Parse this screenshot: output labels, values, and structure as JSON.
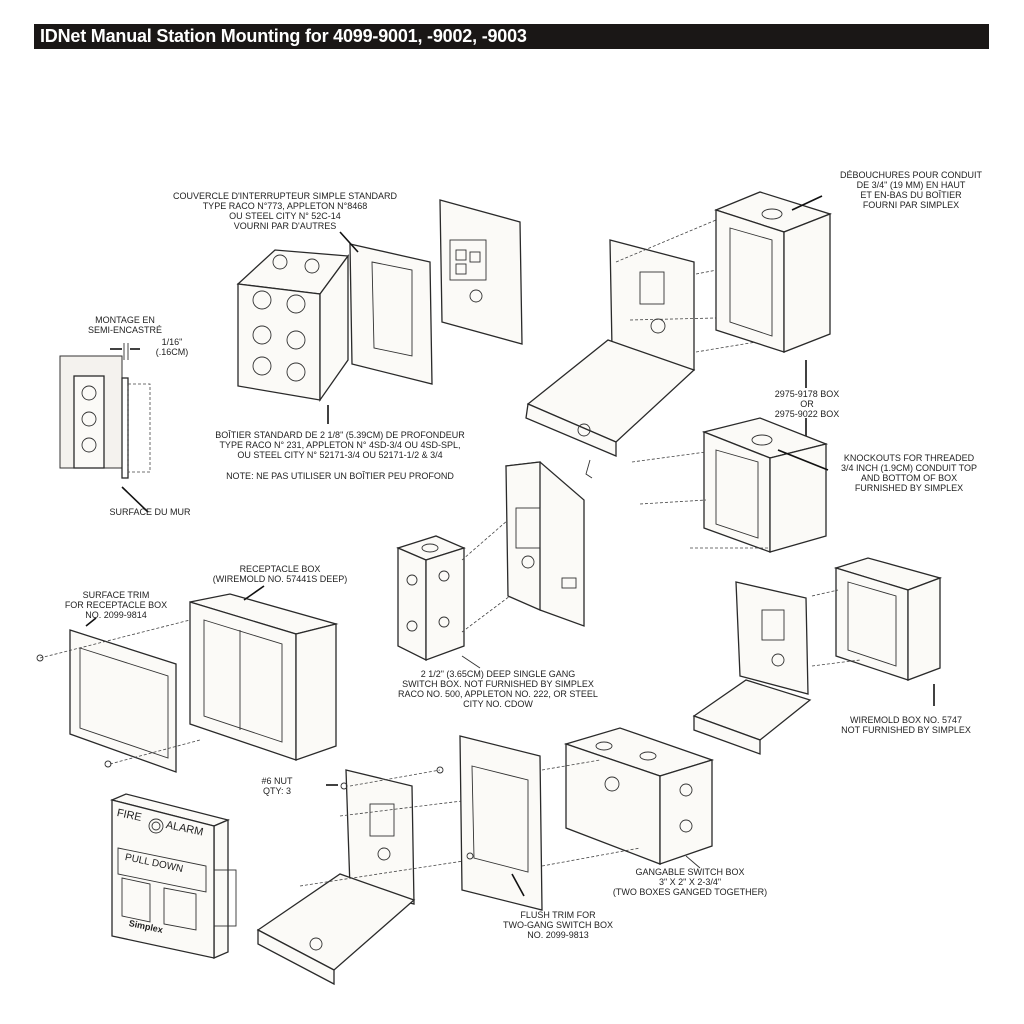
{
  "header": {
    "title": "IDNet Manual Station Mounting for 4099-9001, -9002, -9003",
    "bg_color": "#1a1716",
    "text_color": "#ffffff"
  },
  "labels": {
    "cover_plate": [
      "COUVERCLE D'INTERRUPTEUR SIMPLE STANDARD",
      "TYPE RACO N°773, APPLETON N°8468",
      "OU STEEL CITY N° 52C-14",
      "VOURNI PAR D'AUTRES"
    ],
    "knockouts_fr": [
      "DÉBOUCHURES POUR CONDUIT",
      "DE 3/4\" (19 MM) EN HAUT",
      "ET EN-BAS DU BOÎTIER",
      "FOURNI PAR SIMPLEX"
    ],
    "semi_flush": [
      "MONTAGE EN",
      "SEMI-ENCASTRÉ"
    ],
    "gap_dimension": [
      "1/16\"",
      "(.16cm)"
    ],
    "wall_surface": [
      "SURFACE DU MUR"
    ],
    "standard_box": [
      "BOÎTIER STANDARD DE 2 1/8\" (5.39cm) DE PROFONDEUR",
      "TYPE RACO N° 231, APPLETON N° 4SD-3/4 OU 4SD-SPL,",
      "OU STEEL CITY N° 52171-3/4 OU 52171-1/2 & 3/4"
    ],
    "note": [
      "NOTE:  NE PAS UTILISER UN BOÎTIER PEU PROFOND"
    ],
    "box_options": [
      "2975-9178 BOX",
      "OR",
      "2975-9022 BOX"
    ],
    "knockouts_en": [
      "KNOCKOUTS FOR THREADED",
      "3/4 INCH (1.9cm) CONDUIT TOP",
      "AND BOTTOM OF BOX",
      "FURNISHED BY SIMPLEX"
    ],
    "receptacle_box": [
      "RECEPTACLE BOX",
      "(WIREMOLD NO. 57441S DEEP)"
    ],
    "surface_trim": [
      "SURFACE TRIM",
      "FOR RECEPTACLE BOX",
      "NO. 2099-9814"
    ],
    "single_gang": [
      "2 1/2\" (3.65cm) DEEP SINGLE GANG",
      "SWITCH BOX. NOT FURNISHED BY SIMPLEX",
      "RACO NO. 500, APPLETON NO. 222, OR STEEL",
      "CITY NO. CDOW"
    ],
    "wiremold_box": [
      "WIREMOLD BOX NO. 5747",
      "NOT FURNISHED BY SIMPLEX"
    ],
    "nut": [
      "#6 NUT",
      "QTY: 3"
    ],
    "gangable_box": [
      "GANGABLE SWITCH BOX",
      "3\" x 2\" x 2-3/4\"",
      "(TWO BOXES GANGED TOGETHER)"
    ],
    "flush_trim": [
      "FLUSH TRIM FOR",
      "TWO-GANG SWITCH BOX",
      "NO. 2099-9813"
    ]
  },
  "station_face": {
    "top_left": "FIRE",
    "top_right": "ALARM",
    "handle": "PULL DOWN",
    "brand": "Simplex"
  }
}
